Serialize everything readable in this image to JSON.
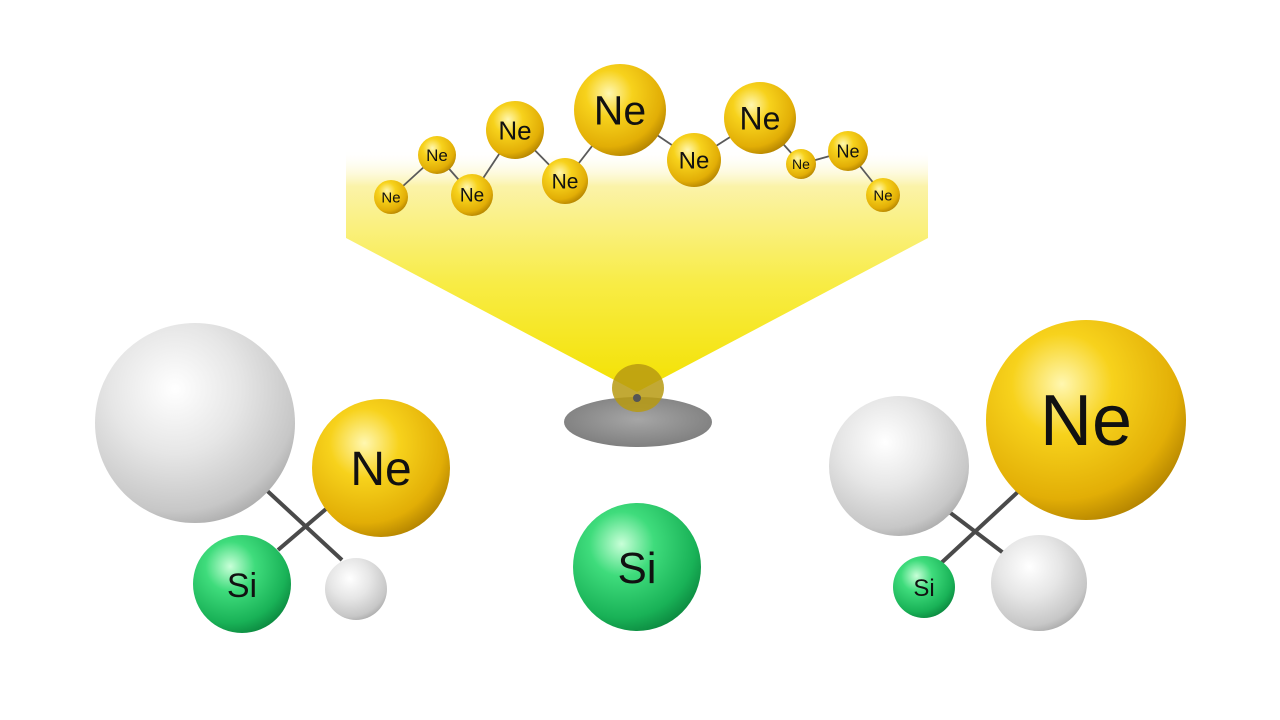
{
  "colors": {
    "neon_yellow": "#f2c40e",
    "silicon_green": "#22c462",
    "gray_atom": "#d4d4d4",
    "beam": "#f5e400",
    "bond": "#4a4a4a",
    "shadow": "#8a8a8a"
  },
  "beam": {
    "ne_chain": [
      {
        "label": "Ne"
      },
      {
        "label": "Ne"
      },
      {
        "label": "Ne"
      },
      {
        "label": "Ne"
      },
      {
        "label": "Ne"
      },
      {
        "label": "Ne"
      },
      {
        "label": "Ne"
      },
      {
        "label": "Ne"
      },
      {
        "label": "Ne"
      },
      {
        "label": "Ne"
      },
      {
        "label": "Ne"
      }
    ]
  },
  "left_molecule": {
    "ne_label": "Ne",
    "si_label": "Si"
  },
  "center_atom": {
    "si_label": "Si"
  },
  "right_molecule": {
    "ne_label": "Ne",
    "si_label": "Si"
  }
}
